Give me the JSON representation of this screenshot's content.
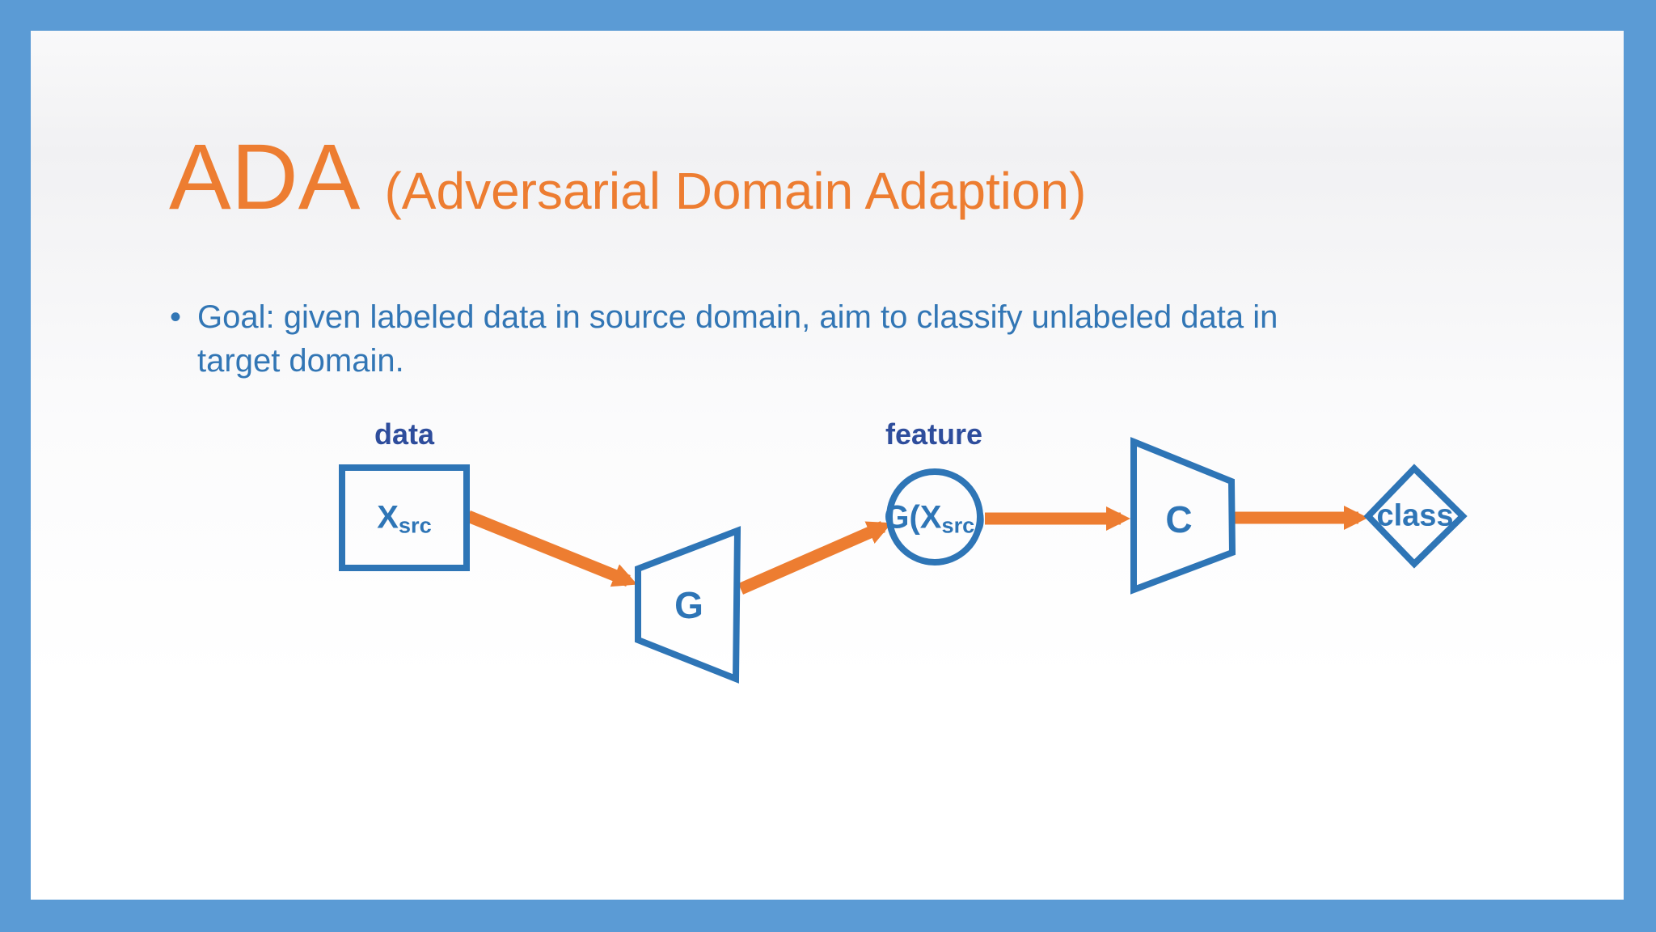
{
  "colors": {
    "frame_blue": "#5B9BD5",
    "title_orange": "#ED7D31",
    "body_text_blue": "#3276B5",
    "diagram_label_navy": "#2E4D9C",
    "shape_blue": "#2E75B6",
    "arrow_orange": "#ED7D31",
    "slide_background": "#FFFFFF"
  },
  "title": {
    "acronym": "ADA",
    "subtitle": "(Adversarial Domain Adaption)"
  },
  "bullet": {
    "marker": "•",
    "lines": [
      "Goal: given labeled data in source domain, aim to classify unlabeled data in",
      "target domain."
    ],
    "full_text": "Goal: given labeled data in source domain, aim to classify unlabeled data in target domain."
  },
  "diagram": {
    "data_label": "data",
    "feature_label": "feature",
    "nodes": {
      "x_src": {
        "shape": "rectangle",
        "base": "X",
        "sub": "src"
      },
      "g": {
        "shape": "trapezoid",
        "label": "G"
      },
      "g_x_src": {
        "shape": "circle",
        "pre": "G(X",
        "sub": "src",
        "post": ")"
      },
      "c": {
        "shape": "trapezoid",
        "label": "C"
      },
      "class": {
        "shape": "diamond",
        "label": "class"
      }
    },
    "connections": [
      [
        "x_src",
        "g"
      ],
      [
        "g",
        "g_x_src"
      ],
      [
        "g_x_src",
        "c"
      ],
      [
        "c",
        "class"
      ]
    ]
  }
}
